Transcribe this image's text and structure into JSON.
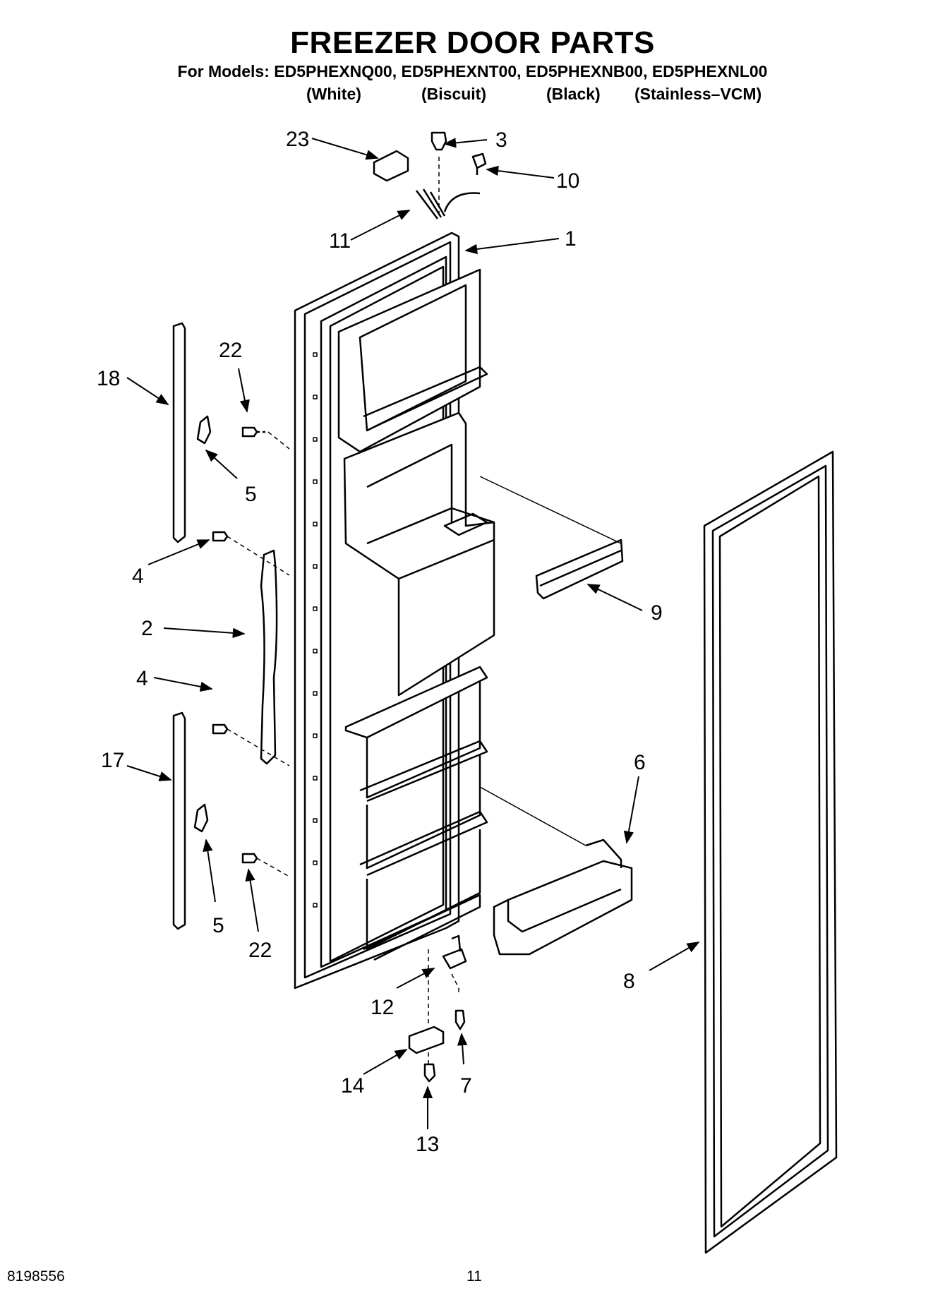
{
  "title": "FREEZER DOOR PARTS",
  "models_line": "For Models: ED5PHEXNQ00, ED5PHEXNT00, ED5PHEXNB00, ED5PHEXNL00",
  "variants": [
    "(White)",
    "(Biscuit)",
    "(Black)",
    "(Stainless–VCM)"
  ],
  "callouts": {
    "c23": "23",
    "c3": "3",
    "c10": "10",
    "c11": "11",
    "c1": "1",
    "c18": "18",
    "c22a": "22",
    "c5a": "5",
    "c4a": "4",
    "c2": "2",
    "c9": "9",
    "c4b": "4",
    "c17": "17",
    "c6": "6",
    "c5b": "5",
    "c22b": "22",
    "c12": "12",
    "c8": "8",
    "c14": "14",
    "c7": "7",
    "c13": "13"
  },
  "footer": {
    "doc_number": "8198556",
    "page_number": "11"
  }
}
